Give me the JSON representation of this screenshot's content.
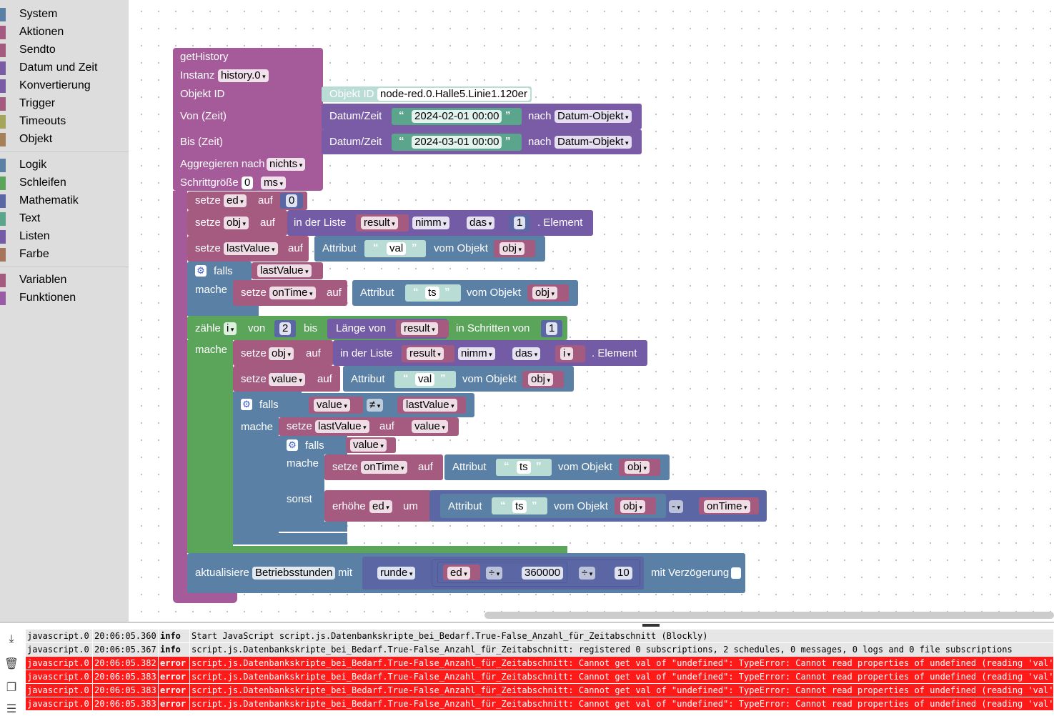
{
  "toolbox": {
    "categories": [
      {
        "label": "System",
        "color": "#5b80a5"
      },
      {
        "label": "Aktionen",
        "color": "#a55b80"
      },
      {
        "label": "Sendto",
        "color": "#a55b80"
      },
      {
        "label": "Datum und Zeit",
        "color": "#7a5ba5"
      },
      {
        "label": "Konvertierung",
        "color": "#7a5ba5"
      },
      {
        "label": "Trigger",
        "color": "#a55b80"
      },
      {
        "label": "Timeouts",
        "color": "#a5a55b"
      },
      {
        "label": "Objekt",
        "color": "#a5805b"
      },
      {
        "label": "Logik",
        "color": "#5b80a5"
      },
      {
        "label": "Schleifen",
        "color": "#5ba55b"
      },
      {
        "label": "Mathematik",
        "color": "#5b67a5"
      },
      {
        "label": "Text",
        "color": "#5ba58c"
      },
      {
        "label": "Listen",
        "color": "#745ba5"
      },
      {
        "label": "Farbe",
        "color": "#a5745b"
      },
      {
        "label": "Variablen",
        "color": "#a55b80"
      },
      {
        "label": "Funktionen",
        "color": "#995ba5"
      }
    ]
  },
  "blocks": {
    "gh_title": "getHistory",
    "gh_instanz": "Instanz",
    "gh_instanz_val": "history.0",
    "gh_objid": "Objekt ID",
    "objid_label": "Objekt ID",
    "objid_val": "node-red.0.Halle5.Linie1.120er",
    "gh_von": "Von (Zeit)",
    "gh_bis": "Bis (Zeit)",
    "datumzeit": "Datum/Zeit",
    "date1": "2024-02-01 00:00",
    "date2": "2024-03-01 00:00",
    "nach": "nach",
    "datumobj": "Datum-Objekt",
    "gh_aggr": "Aggregieren nach",
    "gh_aggr_val": "nichts",
    "gh_step": "Schrittgröße",
    "gh_step_val": "0",
    "gh_step_unit": "ms",
    "setze": "setze",
    "auf": "auf",
    "v_ed": "ed",
    "v_obj": "obj",
    "v_lastValue": "lastValue",
    "v_onTime": "onTime",
    "v_value": "value",
    "v_i": "i",
    "v_result": "result",
    "num0": "0",
    "num1": "1",
    "num2": "2",
    "num10": "10",
    "num360000": "360000",
    "inderliste": "in der Liste",
    "nimm": "nimm",
    "das": "das",
    "element": ". Element",
    "attribut": "Attribut",
    "vomobjekt": "vom Objekt",
    "s_val": "val",
    "s_ts": "ts",
    "falls": "falls",
    "mache": "mache",
    "sonst": "sonst",
    "zaehle": "zähle",
    "von": "von",
    "bis": "bis",
    "laengevon": "Länge von",
    "inschritten": "in Schritten von",
    "neq": "≠",
    "erhoehe": "erhöhe",
    "um": "um",
    "minus": "-",
    "aktualisiere": "aktualisiere",
    "betriebsstunden": "Betriebsstunden",
    "mit": "mit",
    "runde": "runde",
    "div": "÷",
    "mitverz": "mit Verzögerung"
  },
  "log": {
    "rows": [
      {
        "src": "javascript.0",
        "time": "20:06:05.360",
        "level": "info",
        "msg": "Start JavaScript script.js.Datenbankskripte_bei_Bedarf.True-False_Anzahl_für_Zeitabschnitt (Blockly)"
      },
      {
        "src": "javascript.0",
        "time": "20:06:05.367",
        "level": "info",
        "msg": "script.js.Datenbankskripte_bei_Bedarf.True-False_Anzahl_für_Zeitabschnitt: registered 0 subscriptions, 2 schedules, 0 messages, 0 logs and 0 file subscriptions"
      },
      {
        "src": "javascript.0",
        "time": "20:06:05.382",
        "level": "error",
        "msg": "script.js.Datenbankskripte_bei_Bedarf.True-False_Anzahl_für_Zeitabschnitt: Cannot get val of \"undefined\": TypeError: Cannot read properties of undefined (reading 'val')"
      },
      {
        "src": "javascript.0",
        "time": "20:06:05.383",
        "level": "error",
        "msg": "script.js.Datenbankskripte_bei_Bedarf.True-False_Anzahl_für_Zeitabschnitt: Cannot get val of \"undefined\": TypeError: Cannot read properties of undefined (reading 'val')"
      },
      {
        "src": "javascript.0",
        "time": "20:06:05.383",
        "level": "error",
        "msg": "script.js.Datenbankskripte_bei_Bedarf.True-False_Anzahl_für_Zeitabschnitt: Cannot get val of \"undefined\": TypeError: Cannot read properties of undefined (reading 'val')"
      },
      {
        "src": "javascript.0",
        "time": "20:06:05.383",
        "level": "error",
        "msg": "script.js.Datenbankskripte_bei_Bedarf.True-False_Anzahl_für_Zeitabschnitt: Cannot get val of \"undefined\": TypeError: Cannot read properties of undefined (reading 'val')"
      }
    ]
  }
}
